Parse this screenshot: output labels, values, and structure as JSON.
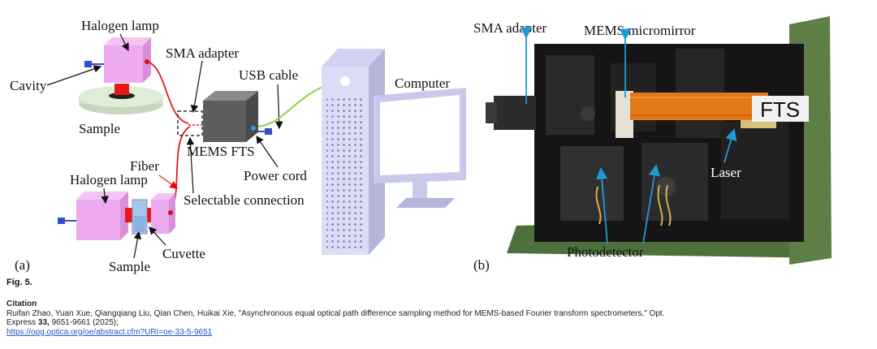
{
  "panel_a": {
    "label": "(a)",
    "halogen_lamp_top": "Halogen lamp",
    "cavity": "Cavity",
    "sample_top": "Sample",
    "sma_adapter": "SMA adapter",
    "usb_cable": "USB cable",
    "computer": "Computer",
    "mems_fts": "MEMS FTS",
    "fiber": "Fiber",
    "power_cord": "Power cord",
    "halogen_lamp_bottom": "Halogen lamp",
    "selectable_connection": "Selectable connection",
    "cuvette": "Cuvette",
    "sample_bottom": "Sample"
  },
  "panel_b": {
    "label": "(b)",
    "sma_adapter": "SMA adapter",
    "mems_micromirror": "MEMS micromirror",
    "fts_sticker": "FTS",
    "laser": "Laser",
    "photodetector": "Photodetector"
  },
  "figure_label": "Fig. 5.",
  "citation": {
    "heading": "Citation",
    "line1": "Ruifan Zhao, Yuan Xue, Qiangqiang Liu, Qian Chen, Huikai Xie, \"Asynchronous equal optical path difference sampling method for MEMS-based Fourier transform spectrometers,\" Opt.",
    "journal": "Express",
    "volume": "33,",
    "pages": "9651-9661 (2025);",
    "link": "https://opg.optica.org/oe/abstract.cfm?URI=oe-33-5-9651"
  }
}
